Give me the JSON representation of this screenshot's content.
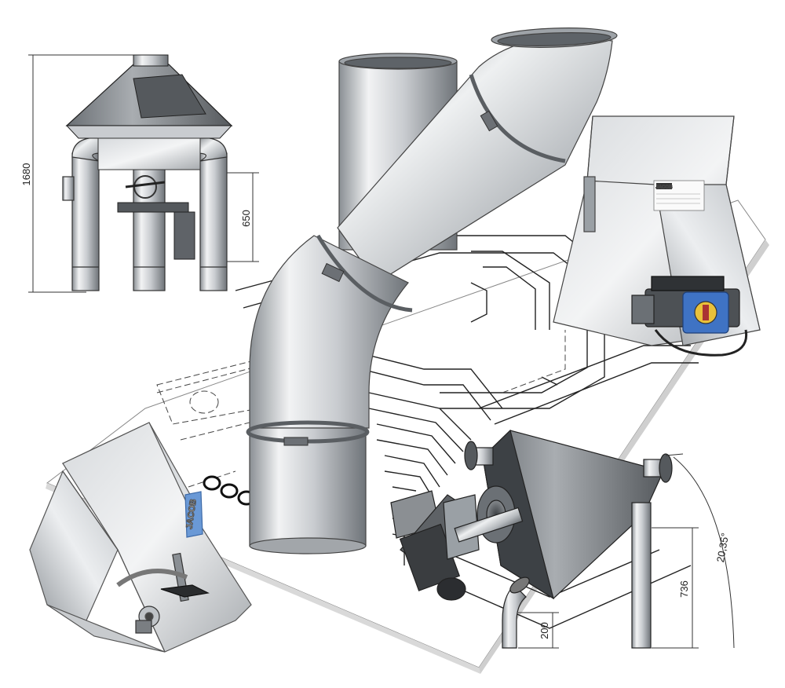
{
  "dimensions": {
    "height_total": "1680",
    "height_lower": "650",
    "height_736": "736",
    "height_200": "200",
    "angle": "20,35°"
  },
  "brand": {
    "logo_text": "JACOB"
  },
  "colors": {
    "steel_light": "#e4e6e8",
    "steel_mid": "#b8bcc0",
    "steel_dark": "#6d7277",
    "actuator_blue": "#3f73c4",
    "motor_dark": "#3a3d40",
    "drawing_line": "#222222"
  }
}
